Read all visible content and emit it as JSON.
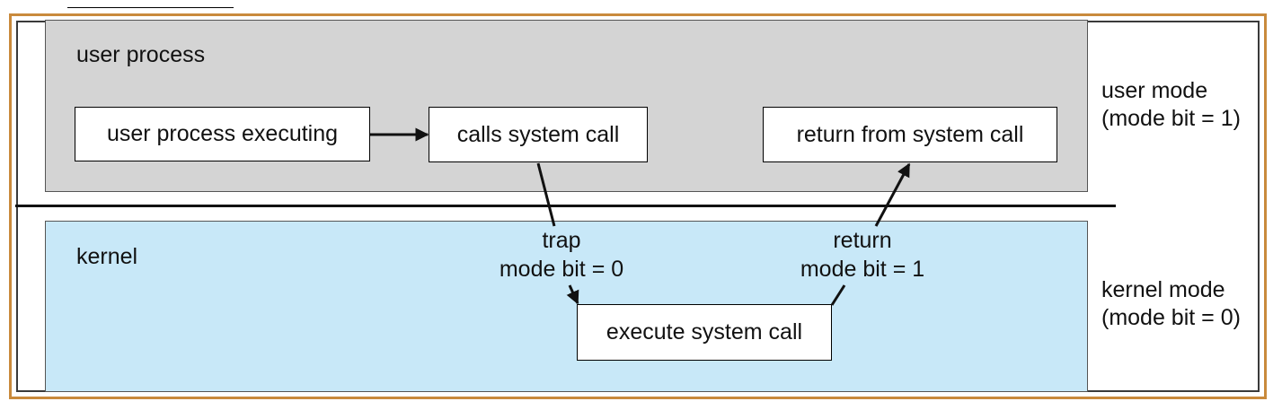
{
  "regions": {
    "user": {
      "label": "user process"
    },
    "kernel": {
      "label": "kernel"
    }
  },
  "boxes": {
    "user_process_executing": "user process executing",
    "calls_system_call": "calls system call",
    "return_from_system_call": "return from system call",
    "execute_system_call": "execute system call"
  },
  "transitions": {
    "trap": {
      "line1": "trap",
      "line2": "mode bit = 0"
    },
    "return": {
      "line1": "return",
      "line2": "mode bit = 1"
    }
  },
  "modes": {
    "user": {
      "line1": "user mode",
      "line2": "(mode bit = 1)"
    },
    "kernel": {
      "line1": "kernel mode",
      "line2": "(mode bit = 0)"
    }
  },
  "colors": {
    "frame_border": "#c98a3c",
    "user_region": "#d4d4d4",
    "kernel_region": "#c8e8f8"
  }
}
